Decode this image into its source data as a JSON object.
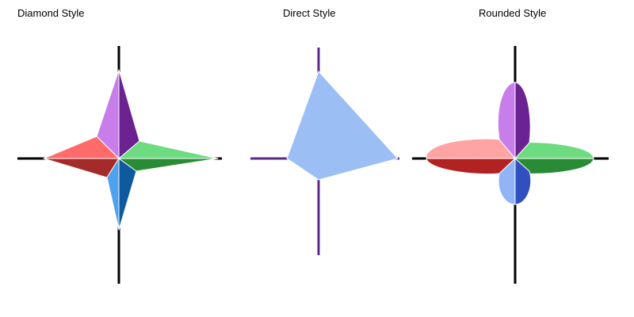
{
  "panels": {
    "diamond": {
      "title": "Diamond Style"
    },
    "direct": {
      "title": "Direct Style"
    },
    "rounded": {
      "title": "Rounded Style"
    }
  },
  "colors": {
    "axis": "#000000",
    "direct_axis": "#5b2a86",
    "up_light": "#c77dea",
    "up_dark": "#6a2390",
    "left_light": "#ff6b6b",
    "left_dark": "#a52a2a",
    "right_light": "#6ddb7f",
    "right_dark": "#2a8b36",
    "down_light": "#4ea1ec",
    "down_dark": "#0f5a9e",
    "direct_fill": "#9bbff5",
    "rounded_left_light": "#ffa3a3",
    "rounded_left_dark": "#b22222",
    "rounded_down_light": "#90b4f5",
    "rounded_down_dark": "#3050c0"
  }
}
